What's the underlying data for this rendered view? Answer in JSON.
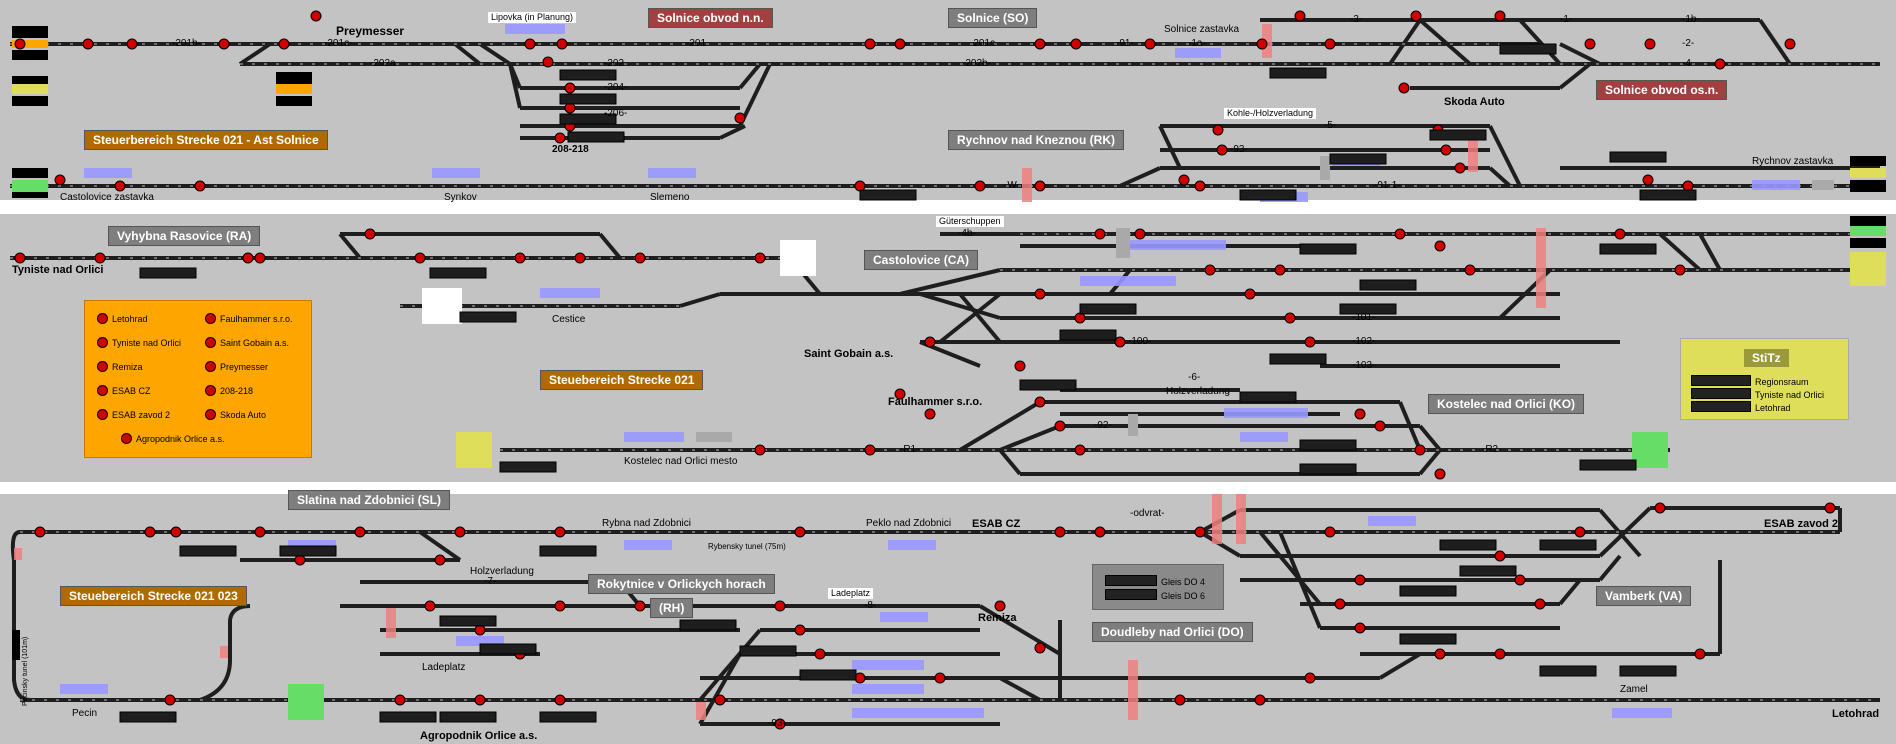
{
  "colors": {
    "background": "#c3c3c3",
    "track": "#1e1e1e",
    "signal": "#d00000",
    "station_box": "#7e7e7e",
    "alert_box": "#a04040",
    "section_box": "#b06b00",
    "legend": "#ffa500",
    "occupied": "#9999ff",
    "lock": "#f08080",
    "green": "#66dd66",
    "yellow": "#dede5a"
  },
  "section1": {
    "preymesser": "Preymesser",
    "lipovka": "Lipovka (in Planung)",
    "solnice_nn": "Solnice obvod n.n.",
    "solnice_so": "Solnice (SO)",
    "solnice_zastavka": "Solnice zastavka",
    "solnice_osn": "Solnice obvod os.n.",
    "skoda_auto": "Skoda Auto",
    "kohle": "Kohle-/Holzverladung",
    "rychnov_rk": "Rychnov nad Kneznou (RK)",
    "rychnov_zastavka": "Rychnov zastavka",
    "steuer021_ast": "Steuerbereich Strecke 021    - Ast Solnice",
    "castolovice_zastavka": "Castolovice zastavka",
    "synkov": "Synkov",
    "slemeno": "Slemeno",
    "n208": "208-218"
  },
  "section2": {
    "vyhybna": "Vyhybna Rasovice (RA)",
    "tyniste": "Tyniste nad Orlici",
    "guterschuppen": "Güterschuppen",
    "castolovice_ca": "Castolovice (CA)",
    "cestice": "Cestice",
    "saint_gobain": "Saint Gobain a.s.",
    "steuer021": "Steuebereich Strecke 021",
    "faulhammer": "Faulhammer s.r.o.",
    "holzverladung": "Holzverladung",
    "kostelec_ko": "Kostelec nad Orlici (KO)",
    "kostelec_mesto": "Kostelec nad Orlici mesto",
    "stitz": {
      "title": "StiTz",
      "rows": [
        "Regionsraum",
        "Tyniste nad Orlici",
        "Letohrad"
      ]
    },
    "legend": [
      {
        "label": "Letohrad"
      },
      {
        "label": "Faulhammer s.r.o."
      },
      {
        "label": "Tyniste nad Orlici"
      },
      {
        "label": "Saint Gobain a.s."
      },
      {
        "label": "Remiza"
      },
      {
        "label": "Preymesser"
      },
      {
        "label": "ESAB CZ"
      },
      {
        "label": "208-218"
      },
      {
        "label": "ESAB zavod 2"
      },
      {
        "label": "Skoda Auto"
      },
      {
        "label": "Agropodnik Orlice a.s."
      }
    ]
  },
  "section3": {
    "slatina": "Slatina nad Zdobnici (SL)",
    "rybna": "Rybna nad Zdobnici",
    "rybensky": "Rybensky tunel (75m)",
    "peklo": "Peklo nad Zdobnici",
    "esab_cz": "ESAB CZ",
    "odvrat": "-odvrat-",
    "esab_zavod2": "ESAB zavod 2",
    "steuer021023": "Steuebereich Strecke 021 023",
    "holzverladung": "Holzverladung",
    "rokytnice": "Rokytnice v Orlickych horach",
    "rh": "(RH)",
    "ladeplatz1": "Ladeplatz",
    "ladeplatz2": "Ladeplatz",
    "remiza": "Remiza",
    "gleis": [
      "Gleis DO 4",
      "Gleis DO 6"
    ],
    "doudleby": "Doudleby nad Orlici (DO)",
    "vamberk": "Vamberk (VA)",
    "zamel": "Zamel",
    "letohrad": "Letohrad",
    "pecin": "Pecin",
    "agropodnik": "Agropodnik Orlice a.s.",
    "pecinsky": "Pecinsky tunel (101m)"
  },
  "track_labels": [
    "-201b-",
    "-201a-",
    "-202a-",
    "-201-",
    "-202-",
    "-204-",
    "-206-",
    "-201c-",
    "-202b-",
    "-91-",
    "-1a-",
    "-3-",
    "-1-",
    "-2-",
    "-4-",
    "-1b-",
    "-5-",
    "-93-",
    "-W-",
    "-91-1-",
    "-4b-",
    "-100-",
    "-101-",
    "-102-",
    "-103-",
    "-6-",
    "-92-",
    "-R1-",
    "-R2-",
    "-7-",
    "-8-",
    "-93-"
  ]
}
